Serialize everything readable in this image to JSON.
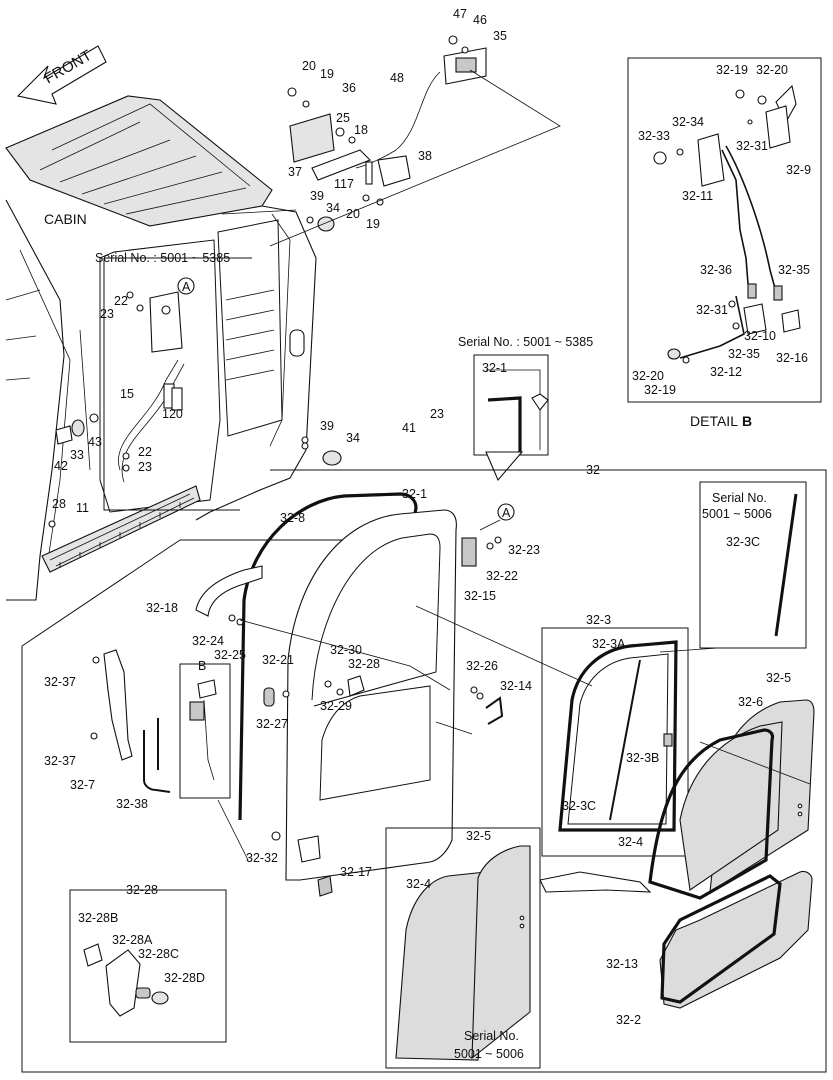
{
  "titles": {
    "cabin": "CABIN",
    "front": "FRONT",
    "detail": "DETAIL",
    "detail_letter": "B",
    "serial_a": "Serial No. : 5001 ~ 5385",
    "serial_b": "Serial No. : 5001 ~ 5385",
    "serial_c_line1": "Serial No.",
    "serial_c_line2": "5001 ~ 5006",
    "serial_d_line1": "Serial No.",
    "serial_d_line2": "5001 ~ 5006",
    "box_label": "32-28",
    "callout_A1": "A",
    "callout_A2": "A",
    "callout_B": "B"
  },
  "labels": {
    "p47": "47",
    "p46": "46",
    "p35": "35",
    "p48": "48",
    "p20a": "20",
    "p19a": "19",
    "p36": "36",
    "p25a": "25",
    "p18": "18",
    "p37": "37",
    "p117": "117",
    "p38": "38",
    "p20b": "20",
    "p19b": "19",
    "p39a": "39",
    "p34a": "34",
    "p22a": "22",
    "p23a": "23",
    "p15": "15",
    "p120": "120",
    "p42": "42",
    "p33": "33",
    "p43": "43",
    "p22b": "22",
    "p23b": "23",
    "p28": "28",
    "p11": "11",
    "p39b": "39",
    "p34b": "34",
    "p23c": "23",
    "p41": "41",
    "p32": "32",
    "p32_1a": "32-1",
    "p32_1b": "32-1",
    "p32_8": "32-8",
    "p32_23": "32-23",
    "p32_22": "32-22",
    "p32_15": "32-15",
    "p32_18": "32-18",
    "p32_24": "32-24",
    "p32_25": "32-25",
    "p32_37a": "32-37",
    "p32_37b": "32-37",
    "p32_7": "32-7",
    "p32_38": "32-38",
    "p32_21": "32-21",
    "p32_27": "32-27",
    "p32_30": "32-30",
    "p32_28": "32-28",
    "p32_29": "32-29",
    "p32_26": "32-26",
    "p32_14": "32-14",
    "p32_32": "32-32",
    "p32_17": "32-17",
    "p32_3": "32-3",
    "p32_3A": "32-3A",
    "p32_3B": "32-3B",
    "p32_3Ca": "32-3C",
    "p32_3Cb": "32-3C",
    "p32_5a": "32-5",
    "p32_6": "32-6",
    "p32_4a": "32-4",
    "p32_5b": "32-5",
    "p32_4b": "32-4",
    "p32_13": "32-13",
    "p32_2": "32-2",
    "p32_28B": "32-28B",
    "p32_28A": "32-28A",
    "p32_28C": "32-28C",
    "p32_28D": "32-28D",
    "d32_19a": "32-19",
    "d32_20a": "32-20",
    "d32_34": "32-34",
    "d32_33": "32-33",
    "d32_31a": "32-31",
    "d32_9": "32-9",
    "d32_11": "32-11",
    "d32_36": "32-36",
    "d32_35a": "32-35",
    "d32_31b": "32-31",
    "d32_10": "32-10",
    "d32_35b": "32-35",
    "d32_16": "32-16",
    "d32_20b": "32-20",
    "d32_12": "32-12",
    "d32_19b": "32-19"
  }
}
